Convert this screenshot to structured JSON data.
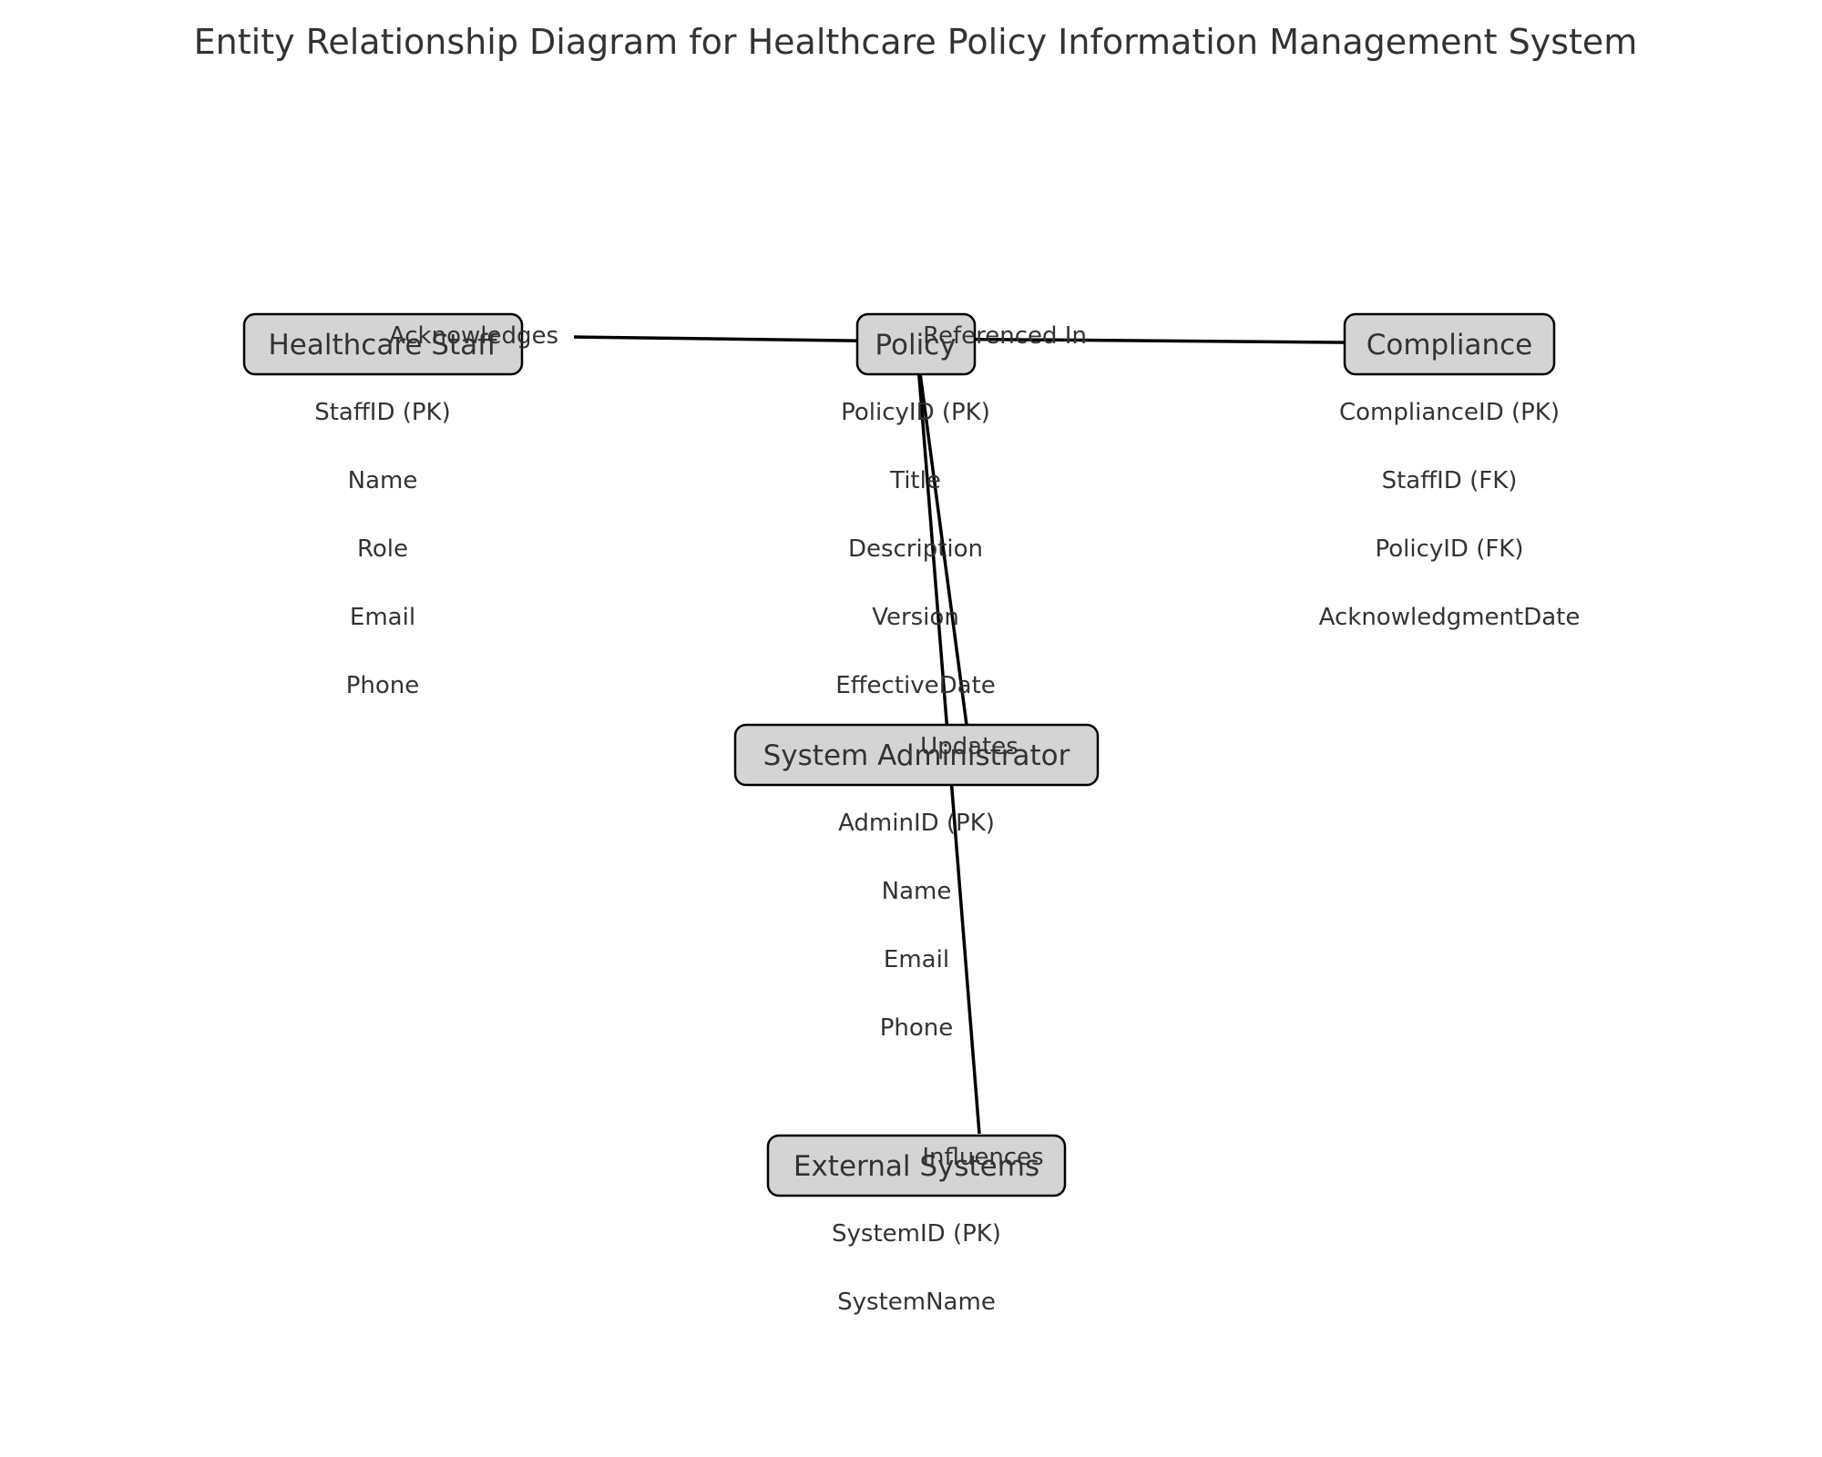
{
  "title": "Entity Relationship Diagram for Healthcare Policy Information Management System",
  "entities": {
    "staff": {
      "name": "Healthcare Staff",
      "attributes": [
        "StaffID (PK)",
        "Name",
        "Role",
        "Email",
        "Phone"
      ]
    },
    "policy": {
      "name": "Policy",
      "attributes": [
        "PolicyID (PK)",
        "Title",
        "Description",
        "Version",
        "EffectiveDate"
      ]
    },
    "compliance": {
      "name": "Compliance",
      "attributes": [
        "ComplianceID (PK)",
        "StaffID (FK)",
        "PolicyID (FK)",
        "AcknowledgmentDate"
      ]
    },
    "admin": {
      "name": "System Administrator",
      "attributes": [
        "AdminID (PK)",
        "Name",
        "Email",
        "Phone"
      ]
    },
    "external": {
      "name": "External Systems",
      "attributes": [
        "SystemID (PK)",
        "SystemName"
      ]
    }
  },
  "relationships": [
    {
      "from": "staff",
      "to": "policy",
      "label": "Acknowledges"
    },
    {
      "from": "policy",
      "to": "compliance",
      "label": "Referenced In"
    },
    {
      "from": "admin",
      "to": "policy",
      "label": "Updates"
    },
    {
      "from": "external",
      "to": "policy",
      "label": "Influences"
    }
  ],
  "colors": {
    "entity_fill": "#d4d4d4",
    "entity_stroke": "#000000",
    "text": "#333333",
    "line": "#000000"
  }
}
